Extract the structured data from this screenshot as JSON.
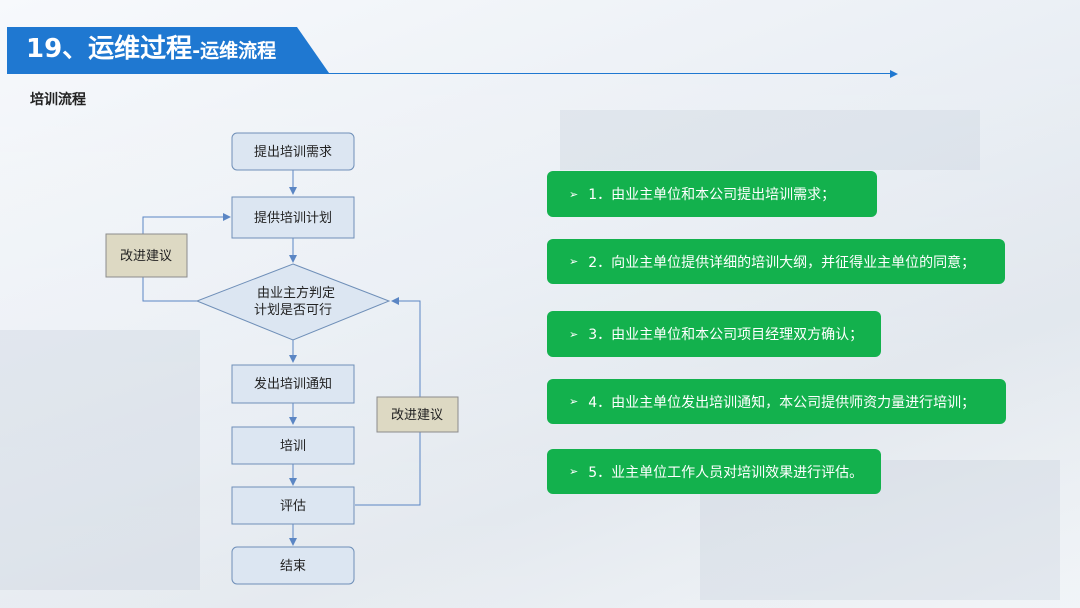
{
  "header": {
    "title_main": "19、运维过程",
    "title_sub": "-运维流程"
  },
  "section_title": "培训流程",
  "flow": {
    "nodes": {
      "propose": "提出培训需求",
      "plan": "提供培训计划",
      "decision_line1": "由业主方判定",
      "decision_line2": "计划是否可行",
      "notice": "发出培训通知",
      "train": "培训",
      "evaluate": "评估",
      "end": "结束",
      "improve_left": "改进建议",
      "improve_right": "改进建议"
    }
  },
  "steps": [
    "1．由业主单位和本公司提出培训需求；",
    "2．向业主单位提供详细的培训大纲，并征得业主单位的同意；",
    "3．由业主单位和本公司项目经理双方确认；",
    "4．由业主单位发出培训通知，本公司提供师资力量进行培训；",
    "5．业主单位工作人员对培训效果进行评估。"
  ],
  "bullet_symbol": "➢",
  "colors": {
    "header_blue": "#1f78d1",
    "node_fill": "#dce6f2",
    "node_stroke": "#6f8fb8",
    "improve_fill": "#ddd9c3",
    "improve_stroke": "#8c8c8c",
    "step_green": "#13b14d"
  }
}
